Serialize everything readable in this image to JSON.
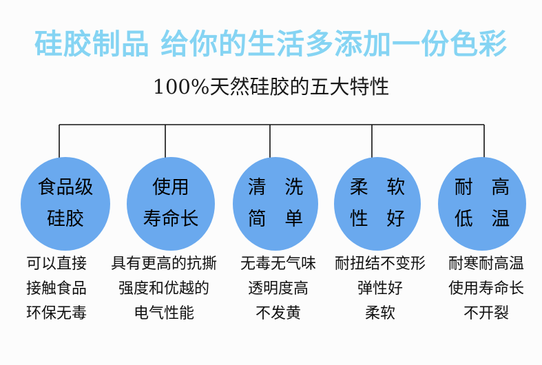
{
  "theme": {
    "background": "#fcfcfc",
    "title_color": "#85d4f3",
    "bubble_color": "#6aa9ee",
    "text_color": "#000000",
    "connector_color": "#111111"
  },
  "header": {
    "main_title": "硅胶制品  给你的生活多添加一份色彩",
    "sub_title": "100%天然硅胶的五大特性"
  },
  "nodes": [
    {
      "id": "food-grade-silicone",
      "bubble_line1": "食品级",
      "bubble_line2": "硅胶",
      "caption_line1": "可以直接",
      "caption_line2": "接触食品",
      "caption_line3": "环保无毒"
    },
    {
      "id": "long-service-life",
      "bubble_line1": "使用",
      "bubble_line2": "寿命长",
      "caption_line1": "具有更高的抗撕",
      "caption_line2": "强度和优越的",
      "caption_line3": "电气性能"
    },
    {
      "id": "easy-to-clean",
      "bubble_line1": "清 洗",
      "bubble_line2": "简 单",
      "caption_line1": "无毒无气味",
      "caption_line2": "透明度高",
      "caption_line3": "不发黄"
    },
    {
      "id": "soft-and-flexible",
      "bubble_line1": "柔 软",
      "bubble_line2": "性 好",
      "caption_line1": "耐扭结不变形",
      "caption_line2": "弹性好",
      "caption_line3": "柔软"
    },
    {
      "id": "temperature-resistant",
      "bubble_line1": "耐 高",
      "bubble_line2": "低 温",
      "caption_line1": "耐寒耐高温",
      "caption_line2": "使用寿命长",
      "caption_line3": "不开裂"
    }
  ]
}
